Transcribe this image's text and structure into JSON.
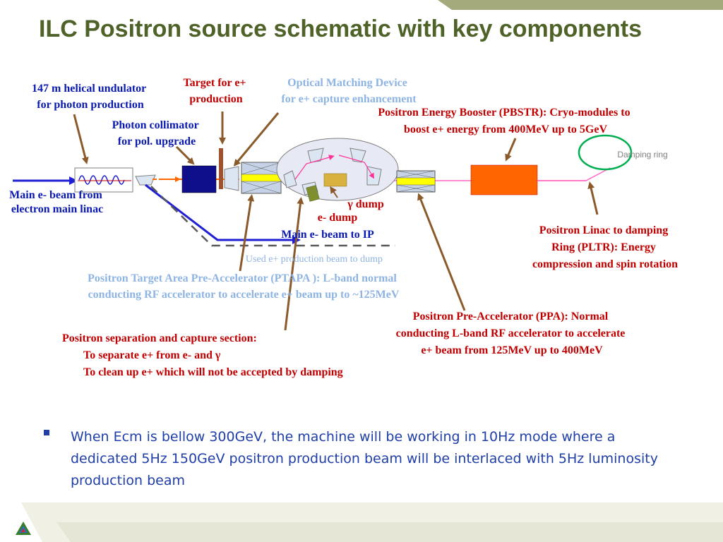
{
  "title": "ILC Positron source schematic with key components",
  "labels": {
    "undulator": [
      "147 m helical undulator",
      "for photon production"
    ],
    "target": [
      "Target for e+",
      "production"
    ],
    "omd": [
      "Optical Matching Device",
      "for e+ capture enhancement"
    ],
    "pbstr": [
      "Positron Energy Booster (PBSTR): Cryo-modules to",
      "boost e+ energy from 400MeV up to 5GeV"
    ],
    "collimator": [
      "Photon collimator",
      "for pol. upgrade"
    ],
    "damping_ring": "Damping ring",
    "main_beam": [
      "Main e- beam from",
      "electron main linac"
    ],
    "gamma_dump": "γ dump",
    "e_dump": "e- dump",
    "main_to_ip": "Main e- beam to IP",
    "used_beam": "Used e+ production beam to dump",
    "pltr": [
      "Positron Linac to damping",
      "Ring (PLTR): Energy",
      "compression and spin rotation"
    ],
    "ptapa": [
      "Positron Target Area Pre-Accelerator (PTAPA ): L-band normal",
      "conducting RF accelerator to accelerate e+ beam up to ~125MeV"
    ],
    "ppa": [
      "Positron Pre-Accelerator (PPA): Normal",
      "conducting L-band RF accelerator to accelerate",
      "e+ beam from 125MeV up to 400MeV"
    ],
    "separation": [
      "Positron separation and capture section:",
      "To separate e+ from e- and γ",
      "To clean up e+ which will not be accepted by damping"
    ]
  },
  "bullet": "When Ecm is bellow 300GeV, the machine will be working in 10Hz mode where a dedicated 5Hz 150GeV positron production beam will be interlaced with 5Hz luminosity production beam",
  "colors": {
    "title": "#4f6228",
    "red_text": "#c00000",
    "blue_text": "#0a1ab0",
    "light_blue_text": "#8eb4e3",
    "bullet_text": "#1f3ea8",
    "callout_arrow": "#8b5a2b",
    "booster": "#ff6600",
    "damping_ring_circle": "#00b050",
    "beam_pink": "#ff66cc",
    "main_beam": "#1f1fd6",
    "banner": "#a4aa7c"
  },
  "icons": [
    "logo-icon"
  ]
}
